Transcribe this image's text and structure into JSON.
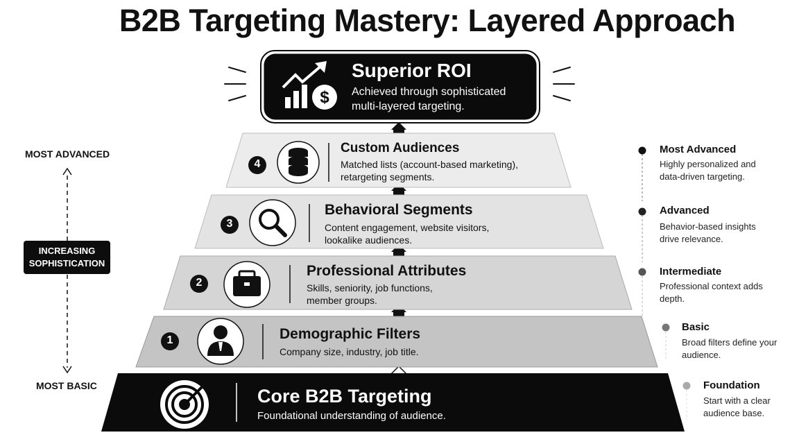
{
  "title": "B2B Targeting Mastery: Layered Approach",
  "top": {
    "title": "Superior ROI",
    "description": "Achieved through sophisticated multi-layered targeting.",
    "icon": "roi-growth-icon"
  },
  "layers": [
    {
      "number": "4",
      "title": "Custom Audiences",
      "description": "Matched lists (account-based marketing), retargeting segments.",
      "icon": "database-icon",
      "color": "#ececec"
    },
    {
      "number": "3",
      "title": "Behavioral Segments",
      "description": "Content engagement, website visitors, lookalike audiences.",
      "icon": "magnifier-icon",
      "color": "#e3e3e3"
    },
    {
      "number": "2",
      "title": "Professional Attributes",
      "description": "Skills, seniority, job functions, member groups.",
      "icon": "briefcase-icon",
      "color": "#d5d5d5"
    },
    {
      "number": "1",
      "title": "Demographic Filters",
      "description": "Company size, industry, job title.",
      "icon": "person-icon",
      "color": "#c4c4c4"
    }
  ],
  "base": {
    "title": "Core B2B Targeting",
    "description": "Foundational understanding of audience.",
    "icon": "target-icon",
    "color": "#0b0b0b"
  },
  "left_axis": {
    "top_label": "MOST ADVANCED",
    "middle_label": "INCREASING SOPHISTICATION",
    "bottom_label": "MOST BASIC"
  },
  "right_levels": [
    {
      "title": "Most Advanced",
      "description": "Highly personalized and data-driven targeting.",
      "color": "#111111"
    },
    {
      "title": "Advanced",
      "description": "Behavior-based insights drive relevance.",
      "color": "#222222"
    },
    {
      "title": "Intermediate",
      "description": "Professional context adds depth.",
      "color": "#555555"
    },
    {
      "title": "Basic",
      "description": "Broad filters define your audience.",
      "color": "#777777"
    },
    {
      "title": "Foundation",
      "description": "Start with a clear audience base.",
      "color": "#aaaaaa"
    }
  ]
}
